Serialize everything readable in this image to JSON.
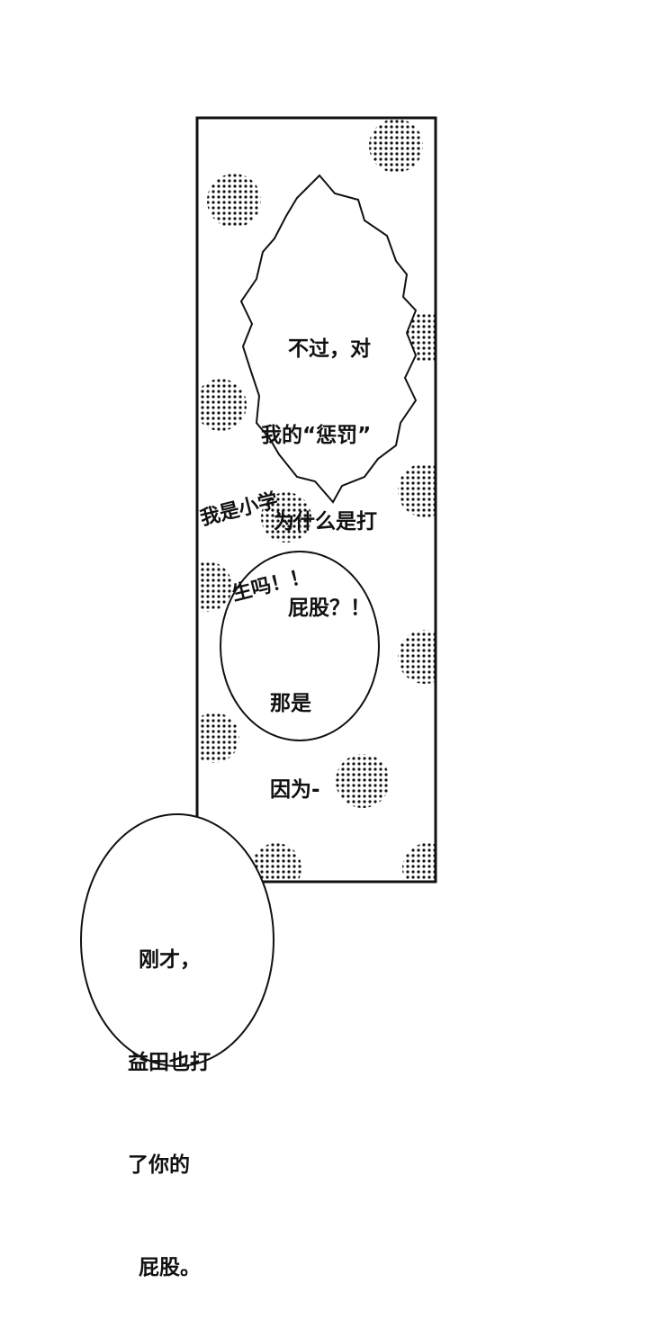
{
  "bubbles": {
    "spiky": {
      "lines": [
        "不过，对",
        "我的“惩罚”",
        "为什么是打",
        "屁股？！"
      ]
    },
    "shout": {
      "lines": [
        "我是小学",
        "生吗！！"
      ]
    },
    "oval": {
      "lines": [
        "那是",
        "因为-"
      ]
    },
    "bottom": {
      "lines": [
        "刚才，",
        "益田也打",
        "了你的",
        "屁股。"
      ]
    }
  },
  "colors": {
    "ink": "#111111",
    "paper": "#ffffff"
  }
}
